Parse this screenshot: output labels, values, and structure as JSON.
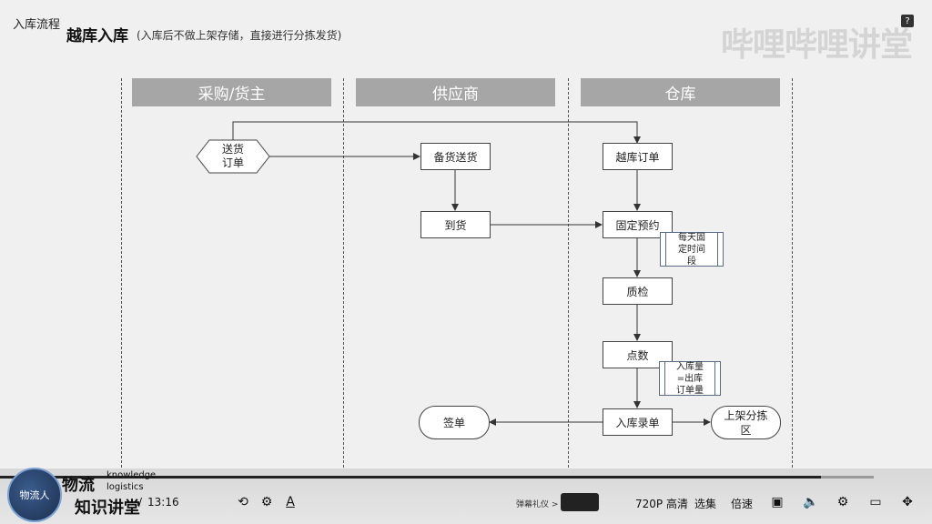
{
  "slide": {
    "section": "入库流程",
    "title": "越库入库",
    "subtitle": "(入库后不做上架存储，直接进行分拣发货)",
    "lanes": [
      "采购/货主",
      "供应商",
      "仓库"
    ],
    "nodes": {
      "deliver": [
        "送货",
        "订单"
      ],
      "prepare": "备货送货",
      "arrive": "到货",
      "cross_order": "越库订单",
      "appointment": "固定预约",
      "appointment_note": [
        "每天固",
        "定时间",
        "段"
      ],
      "inspect": "质检",
      "count": "点数",
      "count_note": [
        "入库量",
        "=出库",
        "订单量"
      ],
      "receipt": "入库录单",
      "sign": "签单",
      "shelve": [
        "上架分拣",
        "区"
      ]
    },
    "watermark": "哔哩哔哩讲堂",
    "help_icon": "?"
  },
  "player": {
    "brand_cn_1": "物流",
    "brand_cn_2": "知识讲堂",
    "brand_en_1": "knowledge",
    "brand_en_2": "logistics",
    "avatar_text": "物流人",
    "time_total": "13:16",
    "time_sep": "/",
    "danmaku_label": "弹幕礼仪 >",
    "quality": "720P 高清",
    "episodes": "选集",
    "speed": "倍速",
    "progress": 0.94
  }
}
